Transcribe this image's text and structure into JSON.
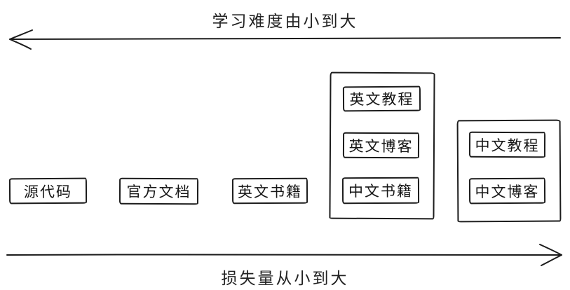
{
  "ink_color": "#1b1b1b",
  "top_axis": {
    "label": "学习难度由小到大",
    "direction": "left"
  },
  "bottom_axis": {
    "label": "损失量从小到大",
    "direction": "right"
  },
  "nodes": {
    "source_code": "源代码",
    "official_docs": "官方文档",
    "english_books": "英文书籍"
  },
  "group1": {
    "items": [
      "英文教程",
      "英文博客",
      "中文书籍"
    ]
  },
  "group2": {
    "items": [
      "中文教程",
      "中文博客"
    ]
  }
}
